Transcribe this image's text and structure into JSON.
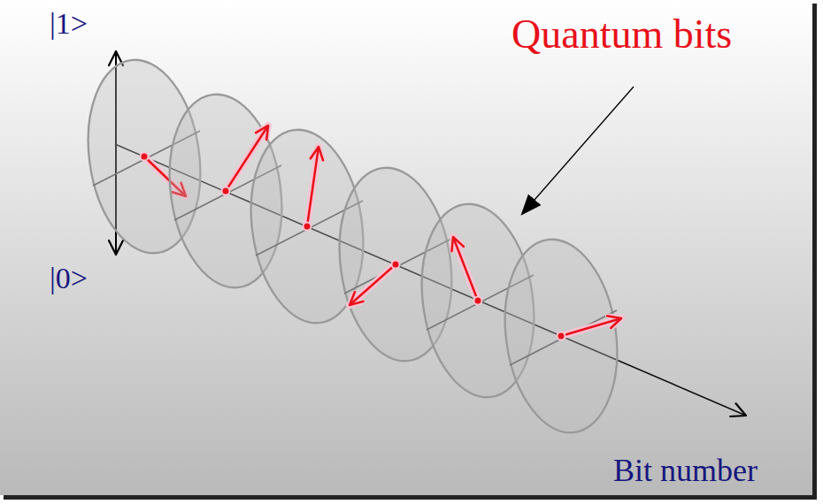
{
  "diagram": {
    "labels": [
      "|1>",
      "|0>",
      "Quantum bits",
      "Bit number"
    ]
  }
}
